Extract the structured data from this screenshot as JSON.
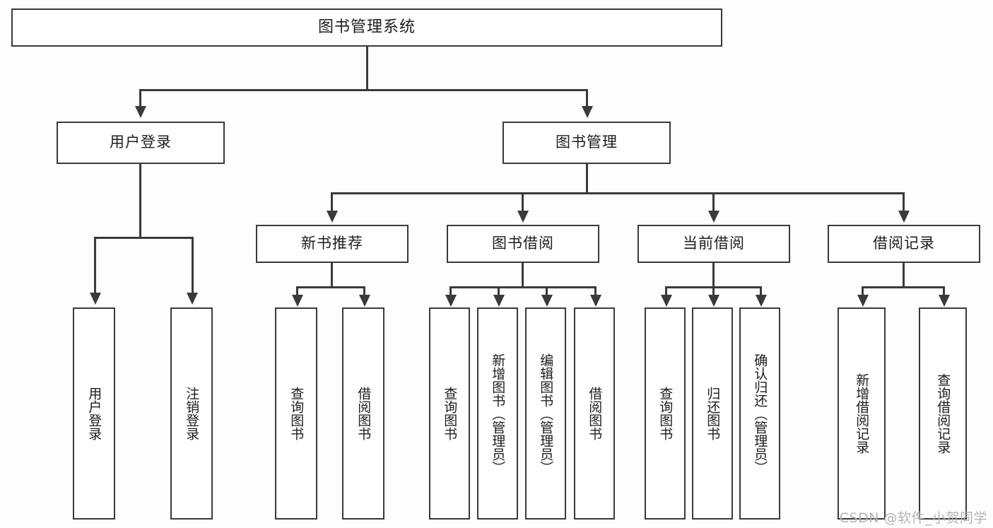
{
  "diagram": {
    "type": "tree",
    "title": "图书管理系统",
    "root": {
      "id": "root",
      "label": "图书管理系统"
    },
    "level1": [
      {
        "id": "user-login",
        "label": "用户登录"
      },
      {
        "id": "book-manage",
        "label": "图书管理"
      }
    ],
    "level2": [
      {
        "id": "new-book-rec",
        "label": "新书推荐",
        "parent": "book-manage"
      },
      {
        "id": "book-borrow",
        "label": "图书借阅",
        "parent": "book-manage"
      },
      {
        "id": "current-borrow",
        "label": "当前借阅",
        "parent": "book-manage"
      },
      {
        "id": "borrow-record",
        "label": "借阅记录",
        "parent": "book-manage"
      }
    ],
    "leaves": {
      "user_login": [
        {
          "id": "leaf-user-login",
          "label": "用户登录"
        },
        {
          "id": "leaf-user-logout",
          "label": "注销登录"
        }
      ],
      "new_book_rec": [
        {
          "id": "leaf-query-book-1",
          "label": "查询图书"
        },
        {
          "id": "leaf-borrow-book-1",
          "label": "借阅图书"
        }
      ],
      "book_borrow": [
        {
          "id": "leaf-query-book-2",
          "label": "查询图书"
        },
        {
          "id": "leaf-add-book",
          "label": "新增图书（管理员）"
        },
        {
          "id": "leaf-edit-book",
          "label": "编辑图书（管理员）"
        },
        {
          "id": "leaf-borrow-book-2",
          "label": "借阅图书"
        }
      ],
      "current_borrow": [
        {
          "id": "leaf-query-book-3",
          "label": "查询图书"
        },
        {
          "id": "leaf-return-book",
          "label": "归还图书"
        },
        {
          "id": "leaf-confirm-return",
          "label": "确认归还（管理员）"
        }
      ],
      "borrow_record": [
        {
          "id": "leaf-add-record",
          "label": "新增借阅记录"
        },
        {
          "id": "leaf-query-record",
          "label": "查询借阅记录"
        }
      ]
    }
  },
  "watermark": {
    "text": "CSDN @软件_小贺同学"
  },
  "colors": {
    "background": "#fdfdfd",
    "box_fill": "#ffffff",
    "line": "#3a3a3a",
    "text": "#1d1d1d",
    "watermark": "#b4b4b4"
  }
}
